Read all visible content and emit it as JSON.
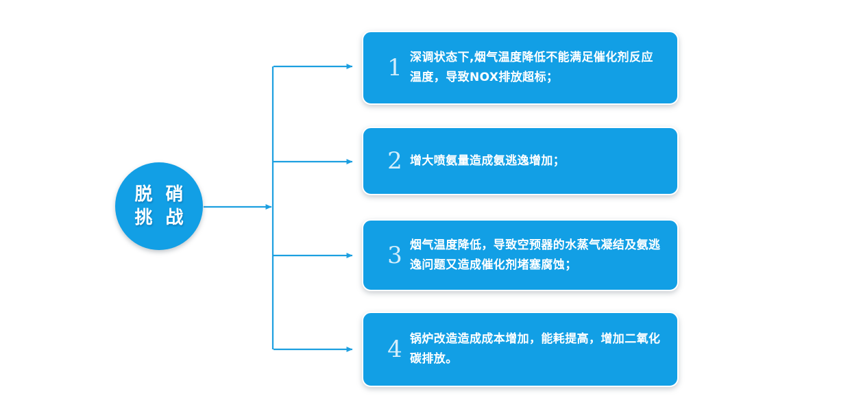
{
  "diagram": {
    "type": "tree-branch",
    "accent_color": "#129FE5",
    "background_color": "#FFFFFF",
    "text_color": "#FFFFFF",
    "hub": {
      "name": "脱硝挑战",
      "line1": "脱 硝",
      "line2": "挑 战"
    },
    "items": [
      {
        "number": "1",
        "text": "深调状态下,烟气温度降低不能满足催化剂反应温度，导致NOX排放超标；"
      },
      {
        "number": "2",
        "text": "增大喷氨量造成氨逃逸增加；"
      },
      {
        "number": "3",
        "text": "烟气温度降低，导致空预器的水蒸气凝结及氨逃逸问题又造成催化剂堵塞腐蚀；"
      },
      {
        "number": "4",
        "text": "锅炉改造造成成本增加，能耗提高，增加二氧化碳排放。"
      }
    ]
  }
}
